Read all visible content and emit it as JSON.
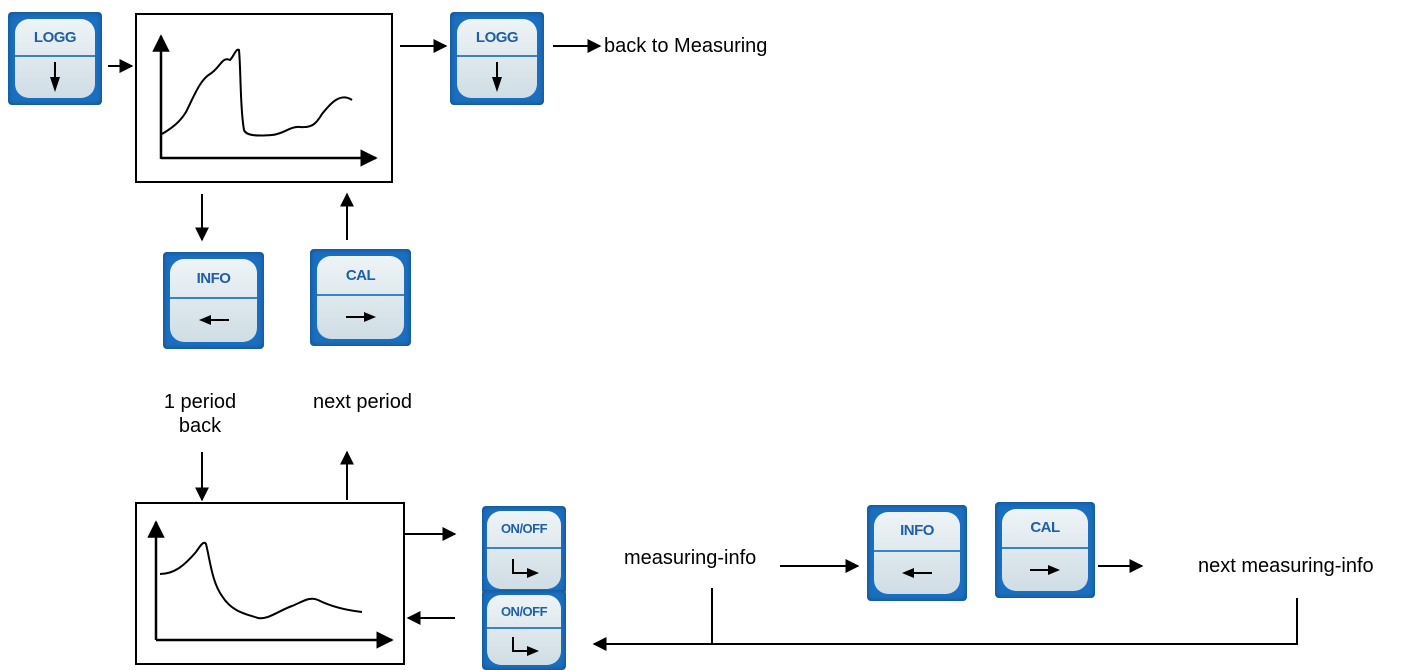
{
  "buttons": {
    "logg": {
      "label": "LOGG",
      "icon": "arrow-down-icon"
    },
    "info": {
      "label": "INFO",
      "icon": "arrow-left-icon"
    },
    "cal": {
      "label": "CAL",
      "icon": "arrow-right-icon"
    },
    "onoff": {
      "label": "ON/OFF",
      "icon": "enter-arrow-icon"
    }
  },
  "labels": {
    "back_to_measuring": "back to Measuring",
    "one_period_back_line1": "1 period",
    "one_period_back_line2": "back",
    "next_period": "next period",
    "measuring_info": "measuring-info",
    "next_measuring_info": "next measuring-info"
  },
  "colors": {
    "button_bg": "#1b6fc0",
    "button_bg_dark": "#0d5aa8",
    "key_face": "#dfe9ee",
    "key_divider": "#3a82c4",
    "key_text": "#1f5fa8",
    "line": "#000000"
  }
}
